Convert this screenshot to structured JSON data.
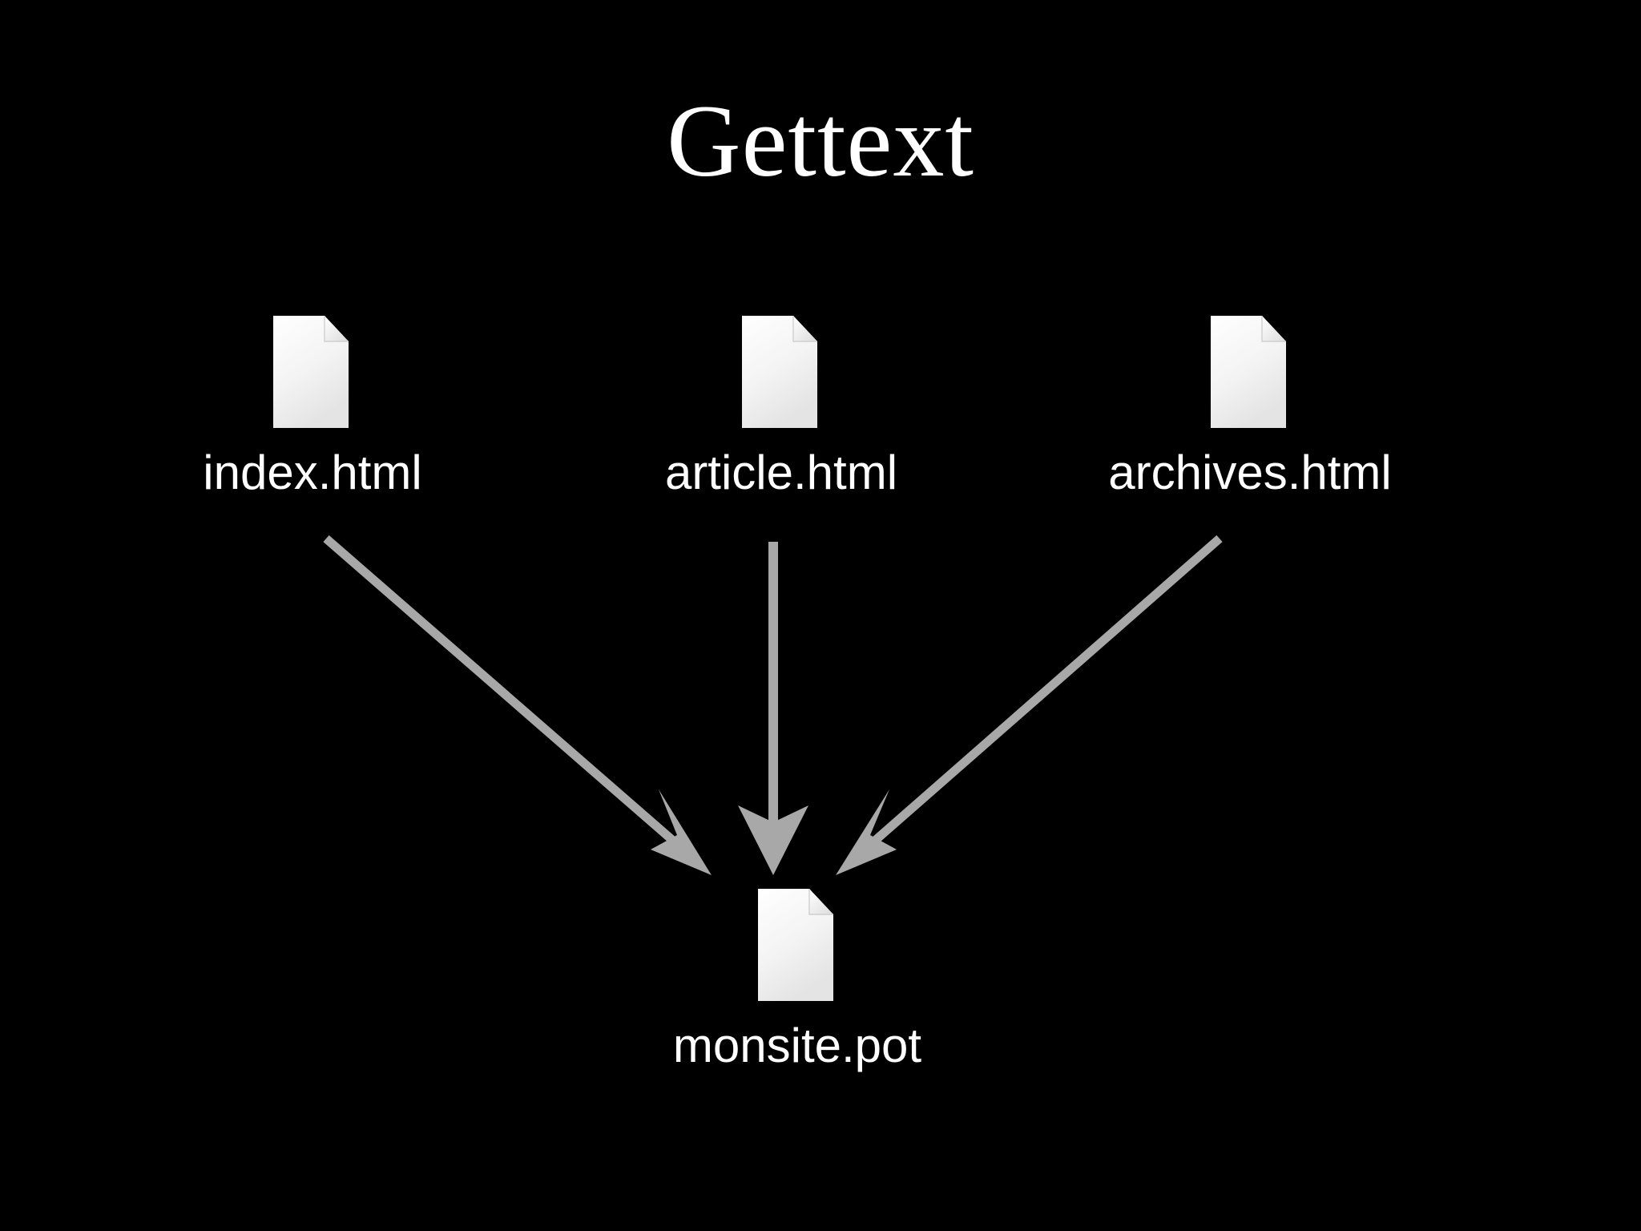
{
  "slide": {
    "title": "Gettext",
    "background_color": "#000000",
    "text_color": "#ffffff",
    "arrow_color": "#a8a8a8",
    "icon_color": "#f2f2f2"
  },
  "sources": [
    {
      "id": "index",
      "label": "index.html",
      "icon": "document-icon"
    },
    {
      "id": "article",
      "label": "article.html",
      "icon": "document-icon"
    },
    {
      "id": "archives",
      "label": "archives.html",
      "icon": "document-icon"
    }
  ],
  "target": {
    "id": "monsite",
    "label": "monsite.pot",
    "icon": "document-icon"
  },
  "arrows": [
    {
      "from": "index",
      "to": "monsite",
      "name": "arrow-index-to-monsite"
    },
    {
      "from": "article",
      "to": "monsite",
      "name": "arrow-article-to-monsite"
    },
    {
      "from": "archives",
      "to": "monsite",
      "name": "arrow-archives-to-monsite"
    }
  ]
}
